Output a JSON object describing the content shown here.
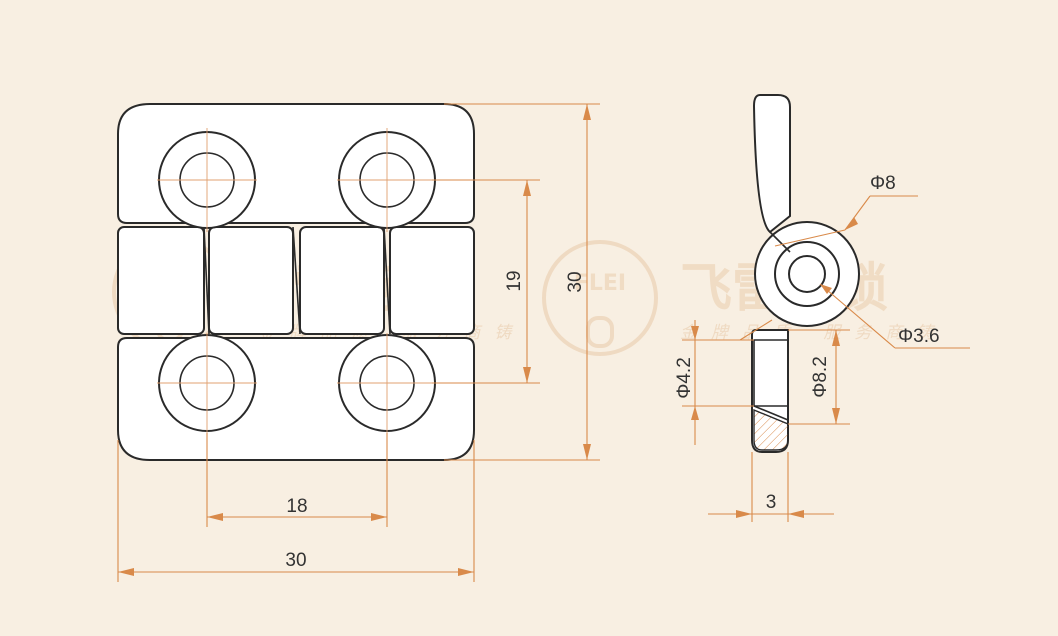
{
  "watermark": {
    "logo_text": "FLEI",
    "brand": "飞雷柜锁",
    "slogan": "金牌品质 服务商铸"
  },
  "front_view": {
    "width_label": "30",
    "height_label": "30",
    "hole_spacing_horizontal_label": "18",
    "hole_spacing_vertical_label": "19"
  },
  "side_view": {
    "pin_outer_diameter_label": "Φ8",
    "pin_inner_diameter_label": "Φ3.6",
    "hole_diameter_label": "Φ4.2",
    "countersink_diameter_label": "Φ8.2",
    "thickness_label": "3"
  },
  "colors": {
    "background": "#f8efe2",
    "dimension_line": "#d98a4a",
    "outline": "#2a2a2a",
    "watermark": "#f0dcc4"
  }
}
